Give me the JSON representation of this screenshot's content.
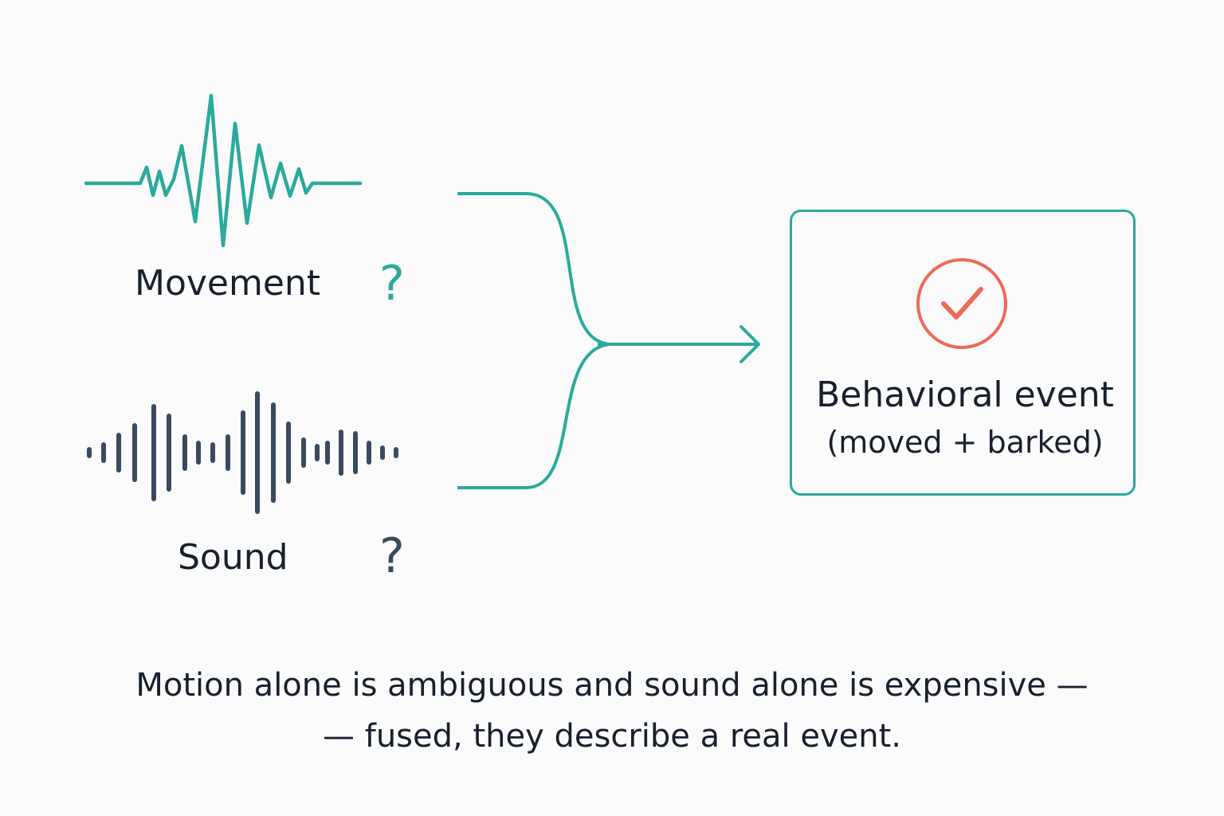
{
  "inputs": {
    "movement": {
      "label": "Movement",
      "question": "?",
      "color": "#2AAA9C",
      "icon": "motion-waveform-icon"
    },
    "sound": {
      "label": "Sound",
      "question": "?",
      "color": "#3A4A5E",
      "icon": "audio-bars-icon"
    }
  },
  "output": {
    "title": "Behavioral event",
    "subtitle": "(moved + barked)",
    "icon": "check-circle-icon",
    "border_color": "#2AAA9C",
    "check_color": "#EE6A55"
  },
  "caption": {
    "line1": "Motion alone is ambiguous and sound alone is expensive —",
    "line2": "— fused, they describe a real event."
  }
}
